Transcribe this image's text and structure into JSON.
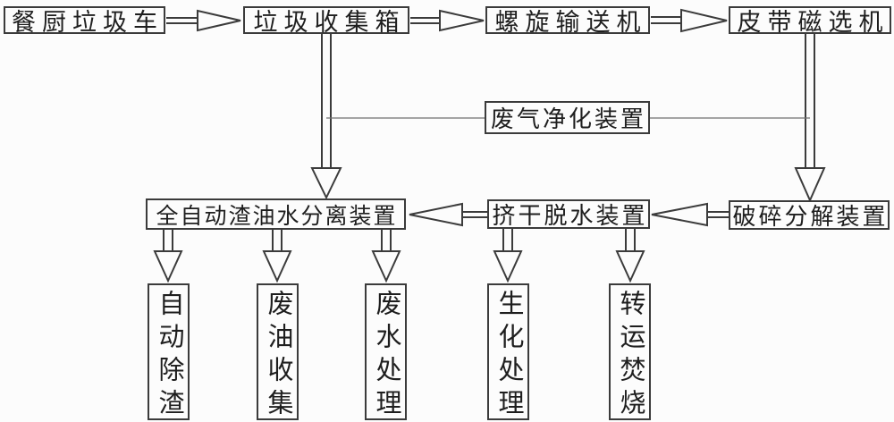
{
  "diagram_type": "process-flowchart",
  "language": "zh-CN",
  "colors": {
    "line": "#3b3b3b",
    "thin_line": "#6f6f6f",
    "paper": "#fcfcfc",
    "ink": "#1e1e1e"
  },
  "nodes": {
    "truck": {
      "label": "餐厨垃圾车"
    },
    "collection_box": {
      "label": "垃圾收集箱"
    },
    "screw_conveyor": {
      "label": "螺旋输送机"
    },
    "belt_magnetic_separator": {
      "label": "皮带磁选机"
    },
    "gas_purifier": {
      "label": "废气净化装置"
    },
    "oil_water_separator": {
      "label": "全自动渣油水分离装置"
    },
    "dewatering_unit": {
      "label": "挤干脱水装置"
    },
    "crusher": {
      "label": "破碎分解装置"
    },
    "auto_deslagging": {
      "label": "自动除渣"
    },
    "waste_oil_collection": {
      "label": "废油收集"
    },
    "waste_water_treatment": {
      "label": "废水处理"
    },
    "biochemical_treatment": {
      "label": "生化处理"
    },
    "transfer_incineration": {
      "label": "转运焚烧"
    }
  },
  "edges": [
    "餐厨垃圾车 → 垃圾收集箱",
    "垃圾收集箱 → 螺旋输送机",
    "螺旋输送机 → 皮带磁选机",
    "垃圾收集箱 ↓ 全自动渣油水分离装置",
    "皮带磁选机 ↓ 破碎分解装置",
    "垃圾收集箱 — 废气净化装置 — 皮带磁选机",
    "破碎分解装置 ← 挤干脱水装置 (flow: 破碎分解装置 → 挤干脱水装置)",
    "挤干脱水装置 → 全自动渣油水分离装置",
    "全自动渣油水分离装置 ↓ 自动除渣",
    "全自动渣油水分离装置 ↓ 废油收集",
    "全自动渣油水分离装置 ↓ 废水处理",
    "挤干脱水装置 ↓ 生化处理",
    "挤干脱水装置 ↓ 转运焚烧"
  ]
}
